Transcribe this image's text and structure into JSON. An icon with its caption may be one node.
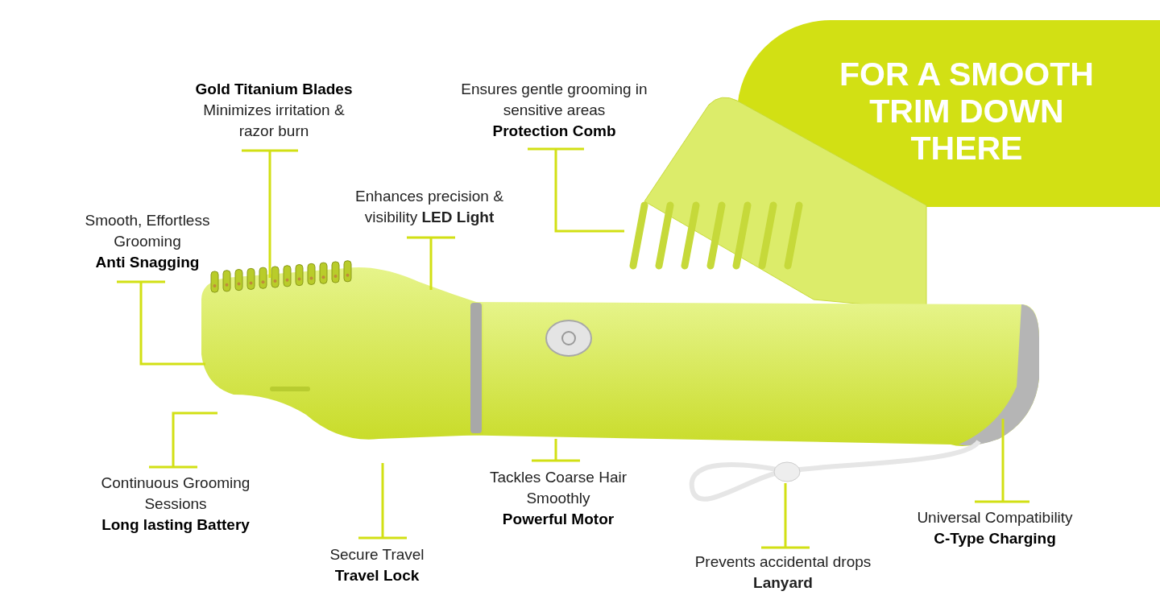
{
  "diagram": {
    "title": "FOR A SMOOTH TRIM **DOWN THERE**",
    "nodes": [
      {
        "text": [
          "Gold Titanium Blades",
          "Minimizes irritation & razor burn"
        ]
      },
      {
        "text": [
          "Ensures gentle grooming in sensitive areas",
          "Protection Comb"
        ]
      },
      {
        "text": [
          "Enhances precision & visibility **LED Light**"
        ]
      },
      {
        "text": [
          "Smooth, Effortless Grooming",
          "Anti Snagging"
        ]
      },
      {
        "text": [
          "Continuous Grooming Sessions",
          "Long lasting Battery"
        ]
      },
      {
        "text": [
          "Tackles Coarse Hair Smoothly",
          "Powerful Motor"
        ]
      },
      {
        "text": [
          "Universal Compatibility",
          "C-Type Charging"
        ]
      },
      {
        "text": [
          "Secure Travel",
          "Travel Lock"
        ]
      },
      {
        "text": [
          "Prevents accidental drops **Lanyard**"
        ]
      }
    ],
    "edges": [
      {
        "from": 0,
        "to": null,
        "arrow": "none"
      },
      {
        "from": 1,
        "to": null,
        "arrow": "none"
      },
      {
        "from": 2,
        "to": null,
        "arrow": "none"
      },
      {
        "from": 3,
        "to": null,
        "arrow": "none"
      },
      {
        "from": 4,
        "to": null,
        "arrow": "none"
      },
      {
        "from": 5,
        "to": null,
        "arrow": "none"
      },
      {
        "from": 6,
        "to": null,
        "arrow": "none"
      },
      {
        "from": 7,
        "to": null,
        "arrow": "none"
      },
      {
        "from": 8,
        "to": null,
        "arrow": "none"
      }
    ]
  }
}
